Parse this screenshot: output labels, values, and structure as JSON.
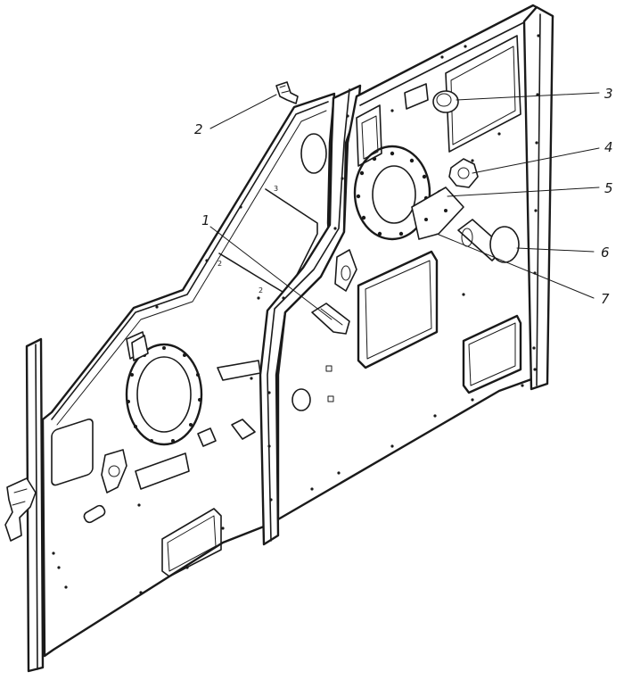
{
  "callouts": [
    {
      "id": "1",
      "label": "1"
    },
    {
      "id": "2",
      "label": "2"
    },
    {
      "id": "3",
      "label": "3"
    },
    {
      "id": "4",
      "label": "4"
    },
    {
      "id": "5",
      "label": "5"
    },
    {
      "id": "6",
      "label": "6"
    },
    {
      "id": "7",
      "label": "7"
    }
  ],
  "inline_marks": {
    "m2": "2",
    "m3": "3",
    "m4": "2"
  },
  "colors": {
    "ink": "#1a1a1a",
    "paper": "#ffffff",
    "watermark": "#c9c9c9"
  }
}
